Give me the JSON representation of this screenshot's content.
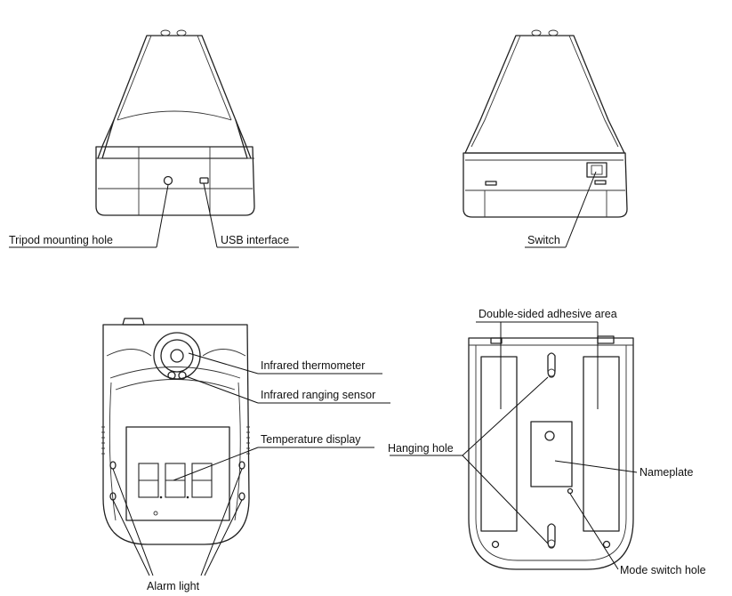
{
  "labels": {
    "tripod_hole": "Tripod mounting hole",
    "usb": "USB interface",
    "switch": "Switch",
    "thermometer": "Infrared thermometer",
    "ranging": "Infrared ranging sensor",
    "temp_display": "Temperature display",
    "alarm": "Alarm light",
    "adhesive": "Double-sided adhesive area",
    "hanging": "Hanging hole",
    "nameplate": "Nameplate",
    "mode_switch": "Mode switch hole"
  },
  "colors": {
    "line": "#222222",
    "background": "#ffffff"
  }
}
